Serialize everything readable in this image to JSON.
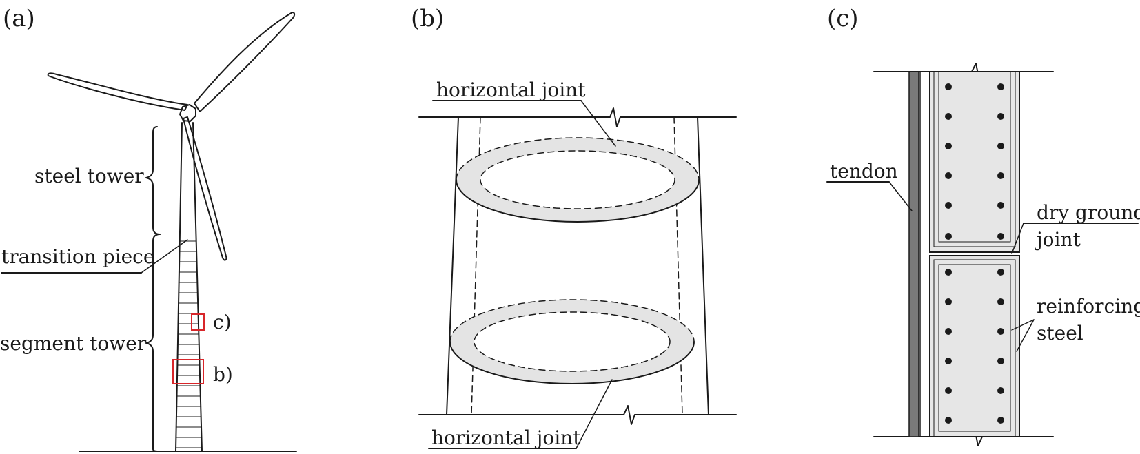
{
  "panels": {
    "a": {
      "label": "(a)",
      "labels": {
        "steel_tower": "steel tower",
        "transition_piece": "transition piece",
        "segment_tower": "segment tower",
        "detail_c": "c)",
        "detail_b": "b)"
      }
    },
    "b": {
      "label": "(b)",
      "labels": {
        "joint_top": "horizontal joint",
        "joint_bottom": "horizontal joint"
      }
    },
    "c": {
      "label": "(c)",
      "labels": {
        "tendon": "tendon",
        "dry_ground": "dry ground",
        "joint": "joint",
        "reinforcing": "reinforcing",
        "steel": "steel"
      }
    }
  },
  "colors": {
    "ink": "#1a1a1a",
    "detail_box": "#d8262a",
    "joint_fill": "#e4e4e4",
    "concrete_fill": "#e6e6e6",
    "tendon_fill": "#7a7a7a"
  }
}
